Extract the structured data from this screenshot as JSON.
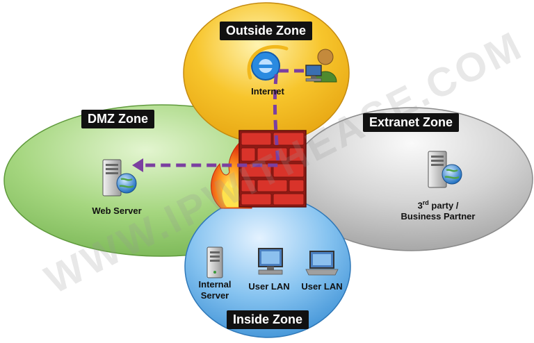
{
  "zones": {
    "outside": {
      "label": "Outside Zone",
      "color": "#f6c12a"
    },
    "dmz": {
      "label": "DMZ Zone",
      "color": "#8fca6a"
    },
    "extranet": {
      "label": "Extranet Zone",
      "color": "#c4c4c4"
    },
    "inside": {
      "label": "Inside Zone",
      "color": "#6fb4ea"
    }
  },
  "nodes": {
    "internet": "Internet",
    "web_server": "Web Server",
    "third_party_line1_sup_prefix": "3",
    "third_party_line1_sup": "rd",
    "third_party_line1_rest": " party /",
    "third_party_line2": "Business Partner",
    "internal_server_line1": "Internal",
    "internal_server_line2": "Server",
    "user_lan_1": "User LAN",
    "user_lan_2": "User LAN"
  },
  "watermark": "WWW.IPWITHEASE.COM",
  "flow_color": "#7b3fa0"
}
